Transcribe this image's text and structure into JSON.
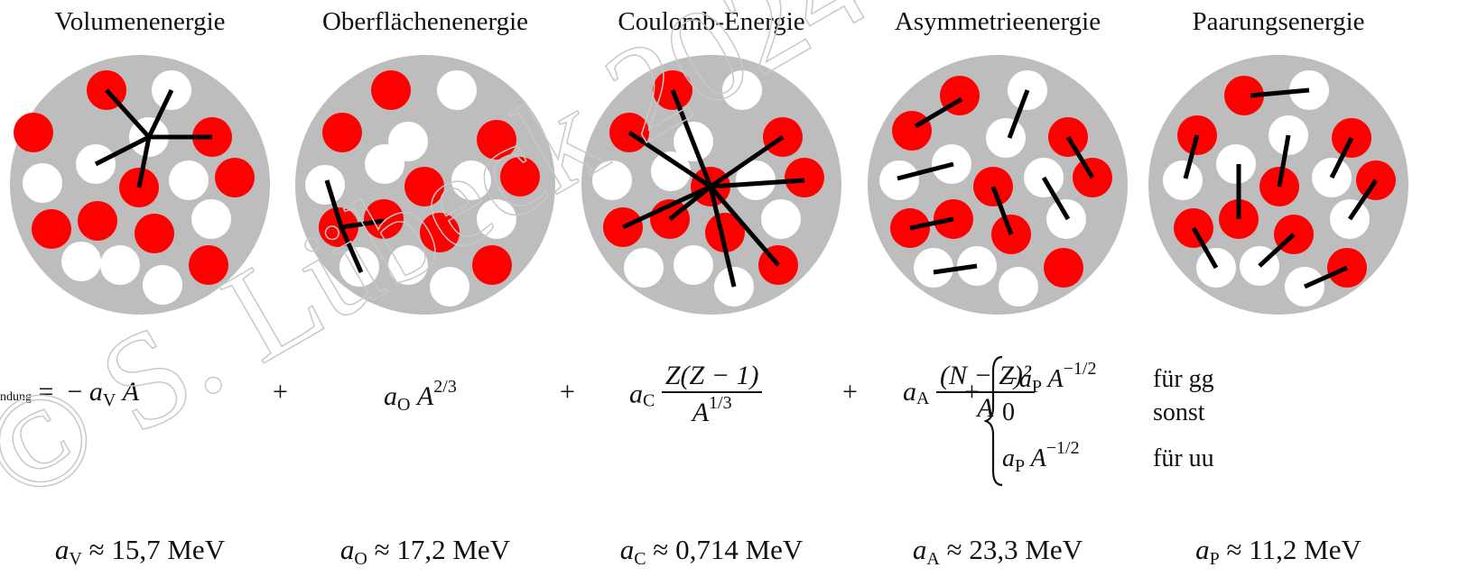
{
  "titles": [
    "Volumenenergie",
    "Oberflächenenergie",
    "Coulomb-Energie",
    "Asymmetrieenergie",
    "Paarungsenergie"
  ],
  "watermark": "© S. Lübeck 2024 ©",
  "formula": {
    "lhs_tail": "ndung",
    "equals": "=",
    "minus": "−",
    "plus": "+",
    "aV": "a",
    "aV_sub": "V",
    "A": "A",
    "aO": "a",
    "aO_sub": "O",
    "exp_23": "2/3",
    "aC": "a",
    "aC_sub": "C",
    "coulomb_num": "Z(Z − 1)",
    "coulomb_den": "A",
    "exp_13": "1/3",
    "aA": "a",
    "aA_sub": "A",
    "asym_num": "(N − Z)²",
    "asym_den": "A",
    "pair_rows": [
      {
        "expr": "−a",
        "sub": "P",
        "tail": " A",
        "exp": "−1/2",
        "cond": "für gg"
      },
      {
        "expr": "0",
        "sub": "",
        "tail": "",
        "exp": "",
        "cond": "sonst"
      },
      {
        "expr": "a",
        "sub": "P",
        "tail": " A",
        "exp": "−1/2",
        "cond": "für uu"
      }
    ]
  },
  "constants": [
    {
      "sym": "a",
      "sub": "V",
      "text": "≈ 15,7 MeV"
    },
    {
      "sym": "a",
      "sub": "O",
      "text": "≈ 17,2 MeV"
    },
    {
      "sym": "a",
      "sub": "C",
      "text": "≈ 0,714 MeV"
    },
    {
      "sym": "a",
      "sub": "A",
      "text": "≈ 23,3 MeV"
    },
    {
      "sym": "a",
      "sub": "P",
      "text": "≈ 11,2 MeV"
    }
  ],
  "colors": {
    "nucleus": "#bdbdbd",
    "proton": "#ff0000",
    "neutron": "#ffffff",
    "bond": "#000000",
    "watermark": "#c8c8c8"
  }
}
